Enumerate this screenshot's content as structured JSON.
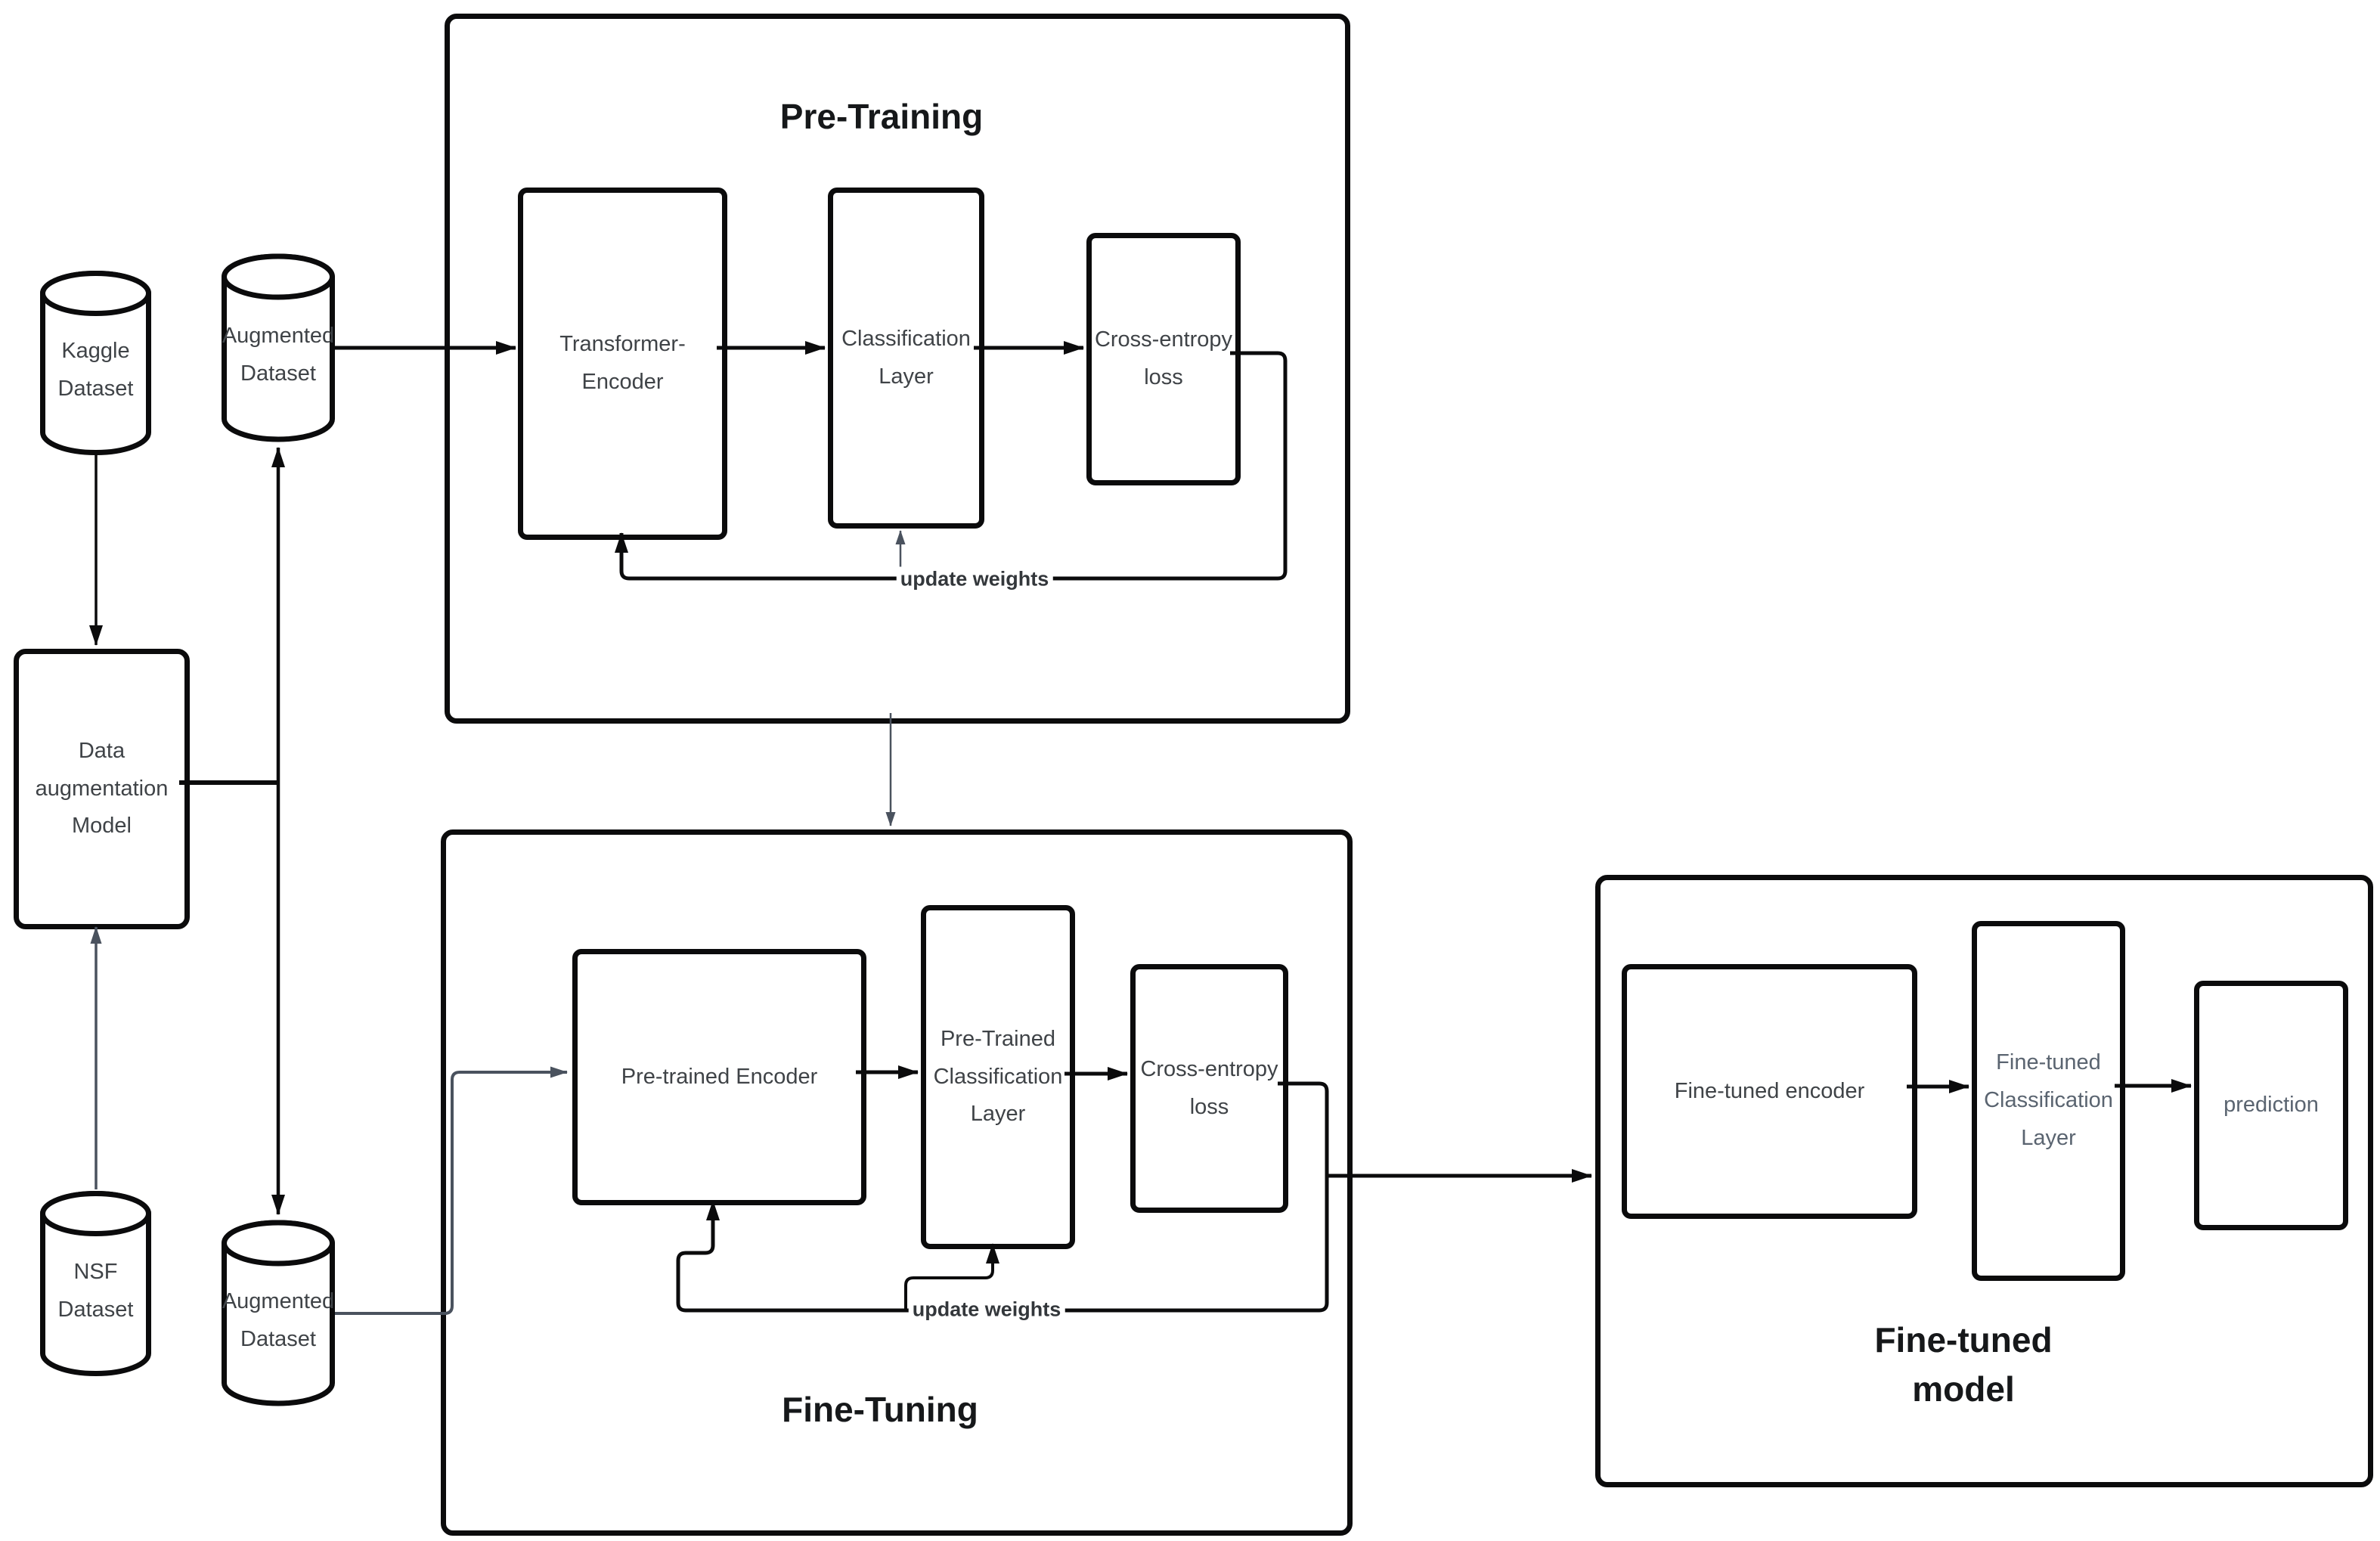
{
  "diagram": {
    "sections": {
      "pre_training": {
        "title": "Pre-Training"
      },
      "fine_tuning": {
        "title": "Fine-Tuning"
      },
      "fine_tuned_model": {
        "title": "Fine-tuned\nmodel"
      }
    },
    "nodes": {
      "kaggle_dataset": {
        "label": "Kaggle\nDataset",
        "shape": "cylinder"
      },
      "augmented_dataset_top": {
        "label": "Augmented\nDataset",
        "shape": "cylinder"
      },
      "nsf_dataset": {
        "label": "NSF\nDataset",
        "shape": "cylinder"
      },
      "augmented_dataset_bottom": {
        "label": "Augmented\nDataset",
        "shape": "cylinder"
      },
      "data_augmentation_model": {
        "label": "Data\naugmentation\nModel",
        "shape": "rounded-box"
      },
      "transformer_encoder": {
        "label": "Transformer-Encoder",
        "shape": "rounded-box"
      },
      "classification_layer": {
        "label": "Classification\nLayer",
        "shape": "rounded-box"
      },
      "cross_entropy_loss_pretraining": {
        "label": "Cross-entropy\nloss",
        "shape": "rounded-box"
      },
      "pre_trained_encoder": {
        "label": "Pre-trained Encoder",
        "shape": "rounded-box"
      },
      "pre_trained_classification_layer": {
        "label": "Pre-Trained\nClassification\nLayer",
        "shape": "rounded-box"
      },
      "cross_entropy_loss_finetuning": {
        "label": "Cross-entropy\nloss",
        "shape": "rounded-box"
      },
      "fine_tuned_encoder": {
        "label": "Fine-tuned encoder",
        "shape": "rounded-box"
      },
      "fine_tuned_classification_layer": {
        "label": "Fine-tuned\nClassification\nLayer",
        "shape": "rounded-box"
      },
      "prediction": {
        "label": "prediction",
        "shape": "rounded-box"
      }
    },
    "edge_labels": {
      "update_weights_pretraining": "update weights",
      "update_weights_finetuning": "update weights"
    },
    "colors": {
      "canvas_bg": "#ffffff",
      "node_border": "#0b0b0c",
      "label_text": "#3f4347",
      "muted_label_text": "#5a6470",
      "title_text": "#16181a",
      "wire_black": "#0b0b0c",
      "wire_gray": "#4a525e"
    }
  }
}
